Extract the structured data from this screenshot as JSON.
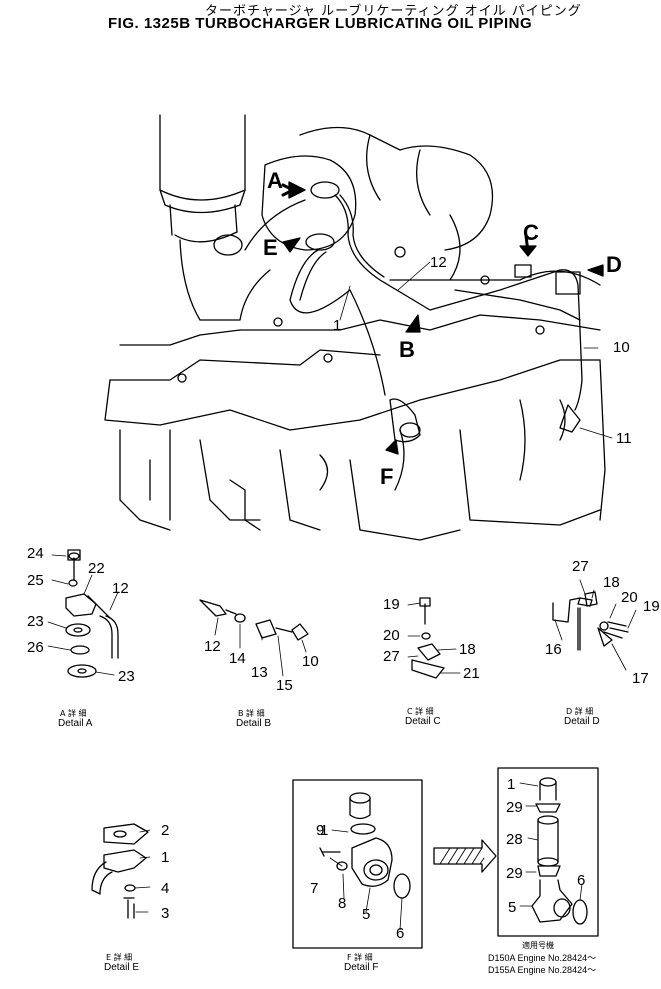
{
  "header": {
    "title_jp": "ターボチャージャ ルーブリケーティング オイル パイピング",
    "title": "FIG. 1325B  TURBOCHARGER LUBRICATING OIL PIPING"
  },
  "main": {
    "views": [
      "A",
      "E",
      "B",
      "C",
      "D",
      "F"
    ],
    "callouts": [
      "12",
      "1",
      "10",
      "11"
    ]
  },
  "details": {
    "a": {
      "callouts": [
        "24",
        "22",
        "25",
        "12",
        "23",
        "26",
        "23"
      ],
      "caption_jp": "A 詳 細",
      "caption": "Detail A"
    },
    "b": {
      "callouts": [
        "12",
        "14",
        "13",
        "15",
        "10"
      ],
      "caption_jp": "B 詳 細",
      "caption": "Detail B"
    },
    "c": {
      "callouts": [
        "19",
        "20",
        "18",
        "27",
        "21"
      ],
      "caption_jp": "C 詳 細",
      "caption": "Detail C"
    },
    "d": {
      "callouts": [
        "27",
        "18",
        "20",
        "19",
        "16",
        "17"
      ],
      "caption_jp": "D 詳 細",
      "caption": "Detail D"
    },
    "e": {
      "callouts": [
        "2",
        "1",
        "4",
        "3"
      ],
      "caption_jp": "E 詳 細",
      "caption": "Detail E"
    },
    "f": {
      "callouts": [
        "1",
        "9",
        "7",
        "8",
        "5",
        "6"
      ],
      "caption_jp": "F 詳 細",
      "caption": "Detail F"
    }
  },
  "applicability": {
    "callouts": [
      "1",
      "29",
      "28",
      "29",
      "5",
      "6"
    ],
    "label_jp": "適用号機",
    "lines": [
      "D150A Engine No.28424～",
      "D155A Engine No.28424～"
    ]
  }
}
